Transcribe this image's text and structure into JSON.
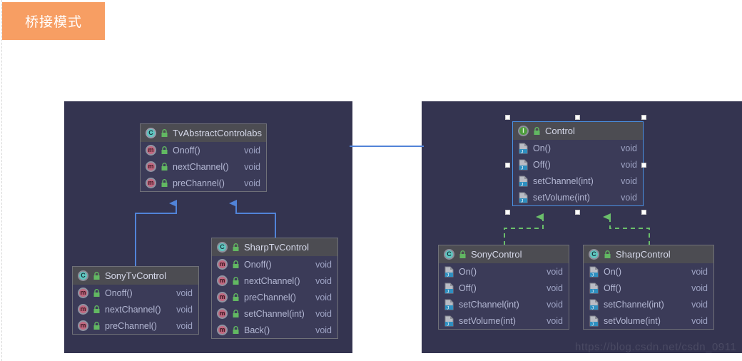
{
  "title_badge": {
    "label": "桥接模式"
  },
  "watermark": {
    "text": "https://blog.csdn.net/csdn_0911"
  },
  "colors": {
    "badge_bg": "#f79e63",
    "panel_bg": "#343450",
    "box_bg": "#3b3b58",
    "box_header_bg": "#4c4c52",
    "inheritance_arrow": "#5183d8",
    "realization_arrow": "#6bbf6b",
    "selection_border": "#4a90e2",
    "class_icon": "#5fc6c0",
    "interface_icon": "#4f9e3d",
    "method_icon": "#c0677f"
  },
  "left_panel": {
    "classes": [
      {
        "id": "tv-abstract-controlabs",
        "name": "TvAbstractControlabs",
        "icon": "abstract-class-icon",
        "icon_letter": "C",
        "selected": false,
        "members": [
          {
            "icon": "method-icon",
            "icon_letter": "m",
            "name": "Onoff()",
            "type": "void"
          },
          {
            "icon": "method-icon",
            "icon_letter": "m",
            "name": "nextChannel()",
            "type": "void"
          },
          {
            "icon": "method-icon",
            "icon_letter": "m",
            "name": "preChannel()",
            "type": "void"
          }
        ]
      },
      {
        "id": "sony-tv-control",
        "name": "SonyTvControl",
        "icon": "class-icon",
        "icon_letter": "C",
        "selected": false,
        "members": [
          {
            "icon": "method-icon",
            "icon_letter": "m",
            "name": "Onoff()",
            "type": "void"
          },
          {
            "icon": "method-icon",
            "icon_letter": "m",
            "name": "nextChannel()",
            "type": "void"
          },
          {
            "icon": "method-icon",
            "icon_letter": "m",
            "name": "preChannel()",
            "type": "void"
          }
        ]
      },
      {
        "id": "sharp-tv-control",
        "name": "SharpTvControl",
        "icon": "class-icon",
        "icon_letter": "C",
        "selected": false,
        "members": [
          {
            "icon": "method-icon",
            "icon_letter": "m",
            "name": "Onoff()",
            "type": "void"
          },
          {
            "icon": "method-icon",
            "icon_letter": "m",
            "name": "nextChannel()",
            "type": "void"
          },
          {
            "icon": "method-icon",
            "icon_letter": "m",
            "name": "preChannel()",
            "type": "void"
          },
          {
            "icon": "method-icon",
            "icon_letter": "m",
            "name": "setChannel(int)",
            "type": "void"
          },
          {
            "icon": "method-icon",
            "icon_letter": "m",
            "name": "Back()",
            "type": "void"
          }
        ]
      }
    ],
    "relations": [
      {
        "from": "sony-tv-control",
        "to": "tv-abstract-controlabs",
        "kind": "inheritance",
        "style": "solid"
      },
      {
        "from": "sharp-tv-control",
        "to": "tv-abstract-controlabs",
        "kind": "inheritance",
        "style": "solid"
      }
    ]
  },
  "right_panel": {
    "classes": [
      {
        "id": "control",
        "name": "Control",
        "icon": "interface-icon",
        "icon_letter": "I",
        "selected": true,
        "members": [
          {
            "icon": "java-file-icon",
            "name": "On()",
            "type": "void"
          },
          {
            "icon": "java-file-icon",
            "name": "Off()",
            "type": "void"
          },
          {
            "icon": "java-file-icon",
            "name": "setChannel(int)",
            "type": "void"
          },
          {
            "icon": "java-file-icon",
            "name": "setVolume(int)",
            "type": "void"
          }
        ]
      },
      {
        "id": "sony-control",
        "name": "SonyControl",
        "icon": "class-icon",
        "icon_letter": "C",
        "selected": false,
        "members": [
          {
            "icon": "java-file-icon",
            "name": "On()",
            "type": "void"
          },
          {
            "icon": "java-file-icon",
            "name": "Off()",
            "type": "void"
          },
          {
            "icon": "java-file-icon",
            "name": "setChannel(int)",
            "type": "void"
          },
          {
            "icon": "java-file-icon",
            "name": "setVolume(int)",
            "type": "void"
          }
        ]
      },
      {
        "id": "sharp-control",
        "name": "SharpControl",
        "icon": "class-icon",
        "icon_letter": "C",
        "selected": false,
        "members": [
          {
            "icon": "java-file-icon",
            "name": "On()",
            "type": "void"
          },
          {
            "icon": "java-file-icon",
            "name": "Off()",
            "type": "void"
          },
          {
            "icon": "java-file-icon",
            "name": "setChannel(int)",
            "type": "void"
          },
          {
            "icon": "java-file-icon",
            "name": "setVolume(int)",
            "type": "void"
          }
        ]
      }
    ],
    "relations": [
      {
        "from": "sony-control",
        "to": "control",
        "kind": "realization",
        "style": "dashed"
      },
      {
        "from": "sharp-control",
        "to": "control",
        "kind": "realization",
        "style": "dashed"
      }
    ]
  }
}
